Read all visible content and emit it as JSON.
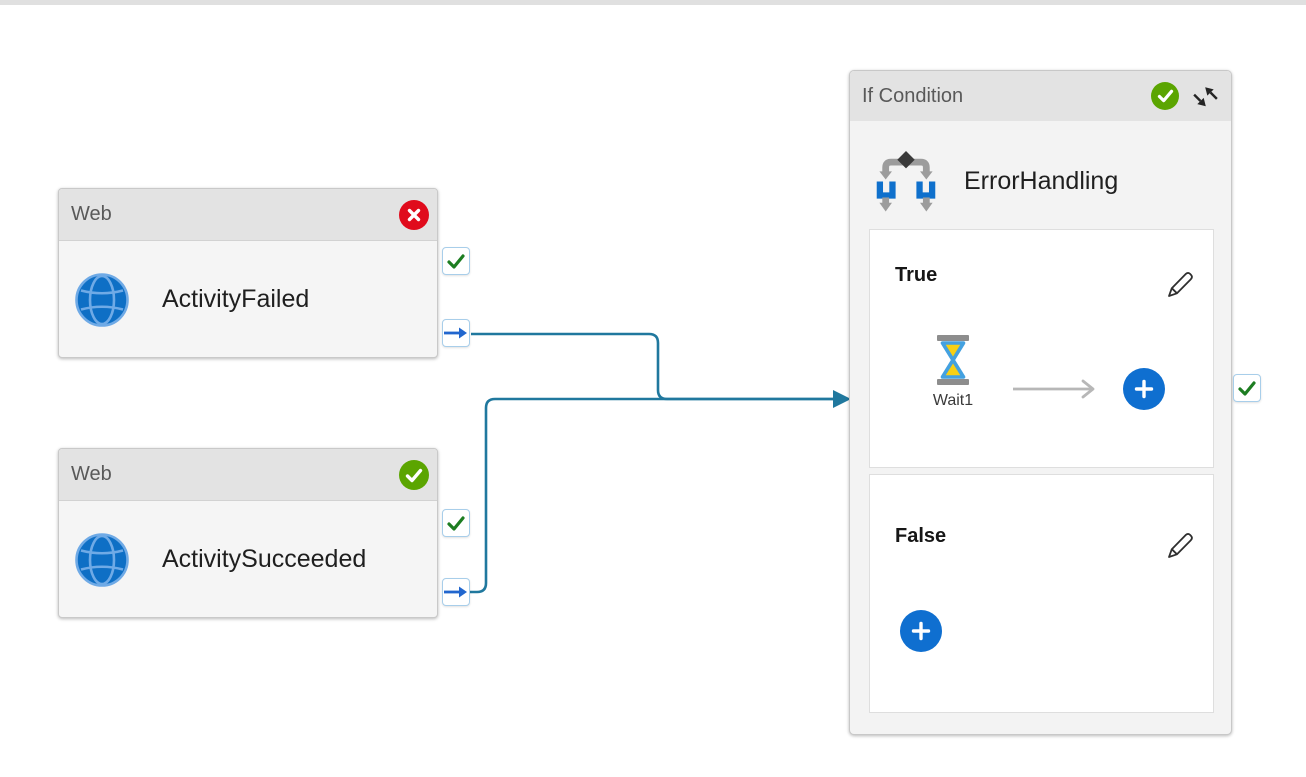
{
  "colors": {
    "connector": "#20789E",
    "accent_blue": "#0F6FD0",
    "status_green": "#5BA501",
    "status_red": "#E00B1C",
    "port_check_green": "#1D7D21",
    "port_arrow_blue": "#2166CE"
  },
  "nodes": {
    "activity_failed": {
      "type_label": "Web",
      "name": "ActivityFailed"
    },
    "activity_succeeded": {
      "type_label": "Web",
      "name": "ActivitySucceeded"
    },
    "if_condition": {
      "type_label": "If Condition",
      "name": "ErrorHandling",
      "true_branch": {
        "label": "True",
        "child_name": "Wait1"
      },
      "false_branch": {
        "label": "False"
      }
    }
  }
}
